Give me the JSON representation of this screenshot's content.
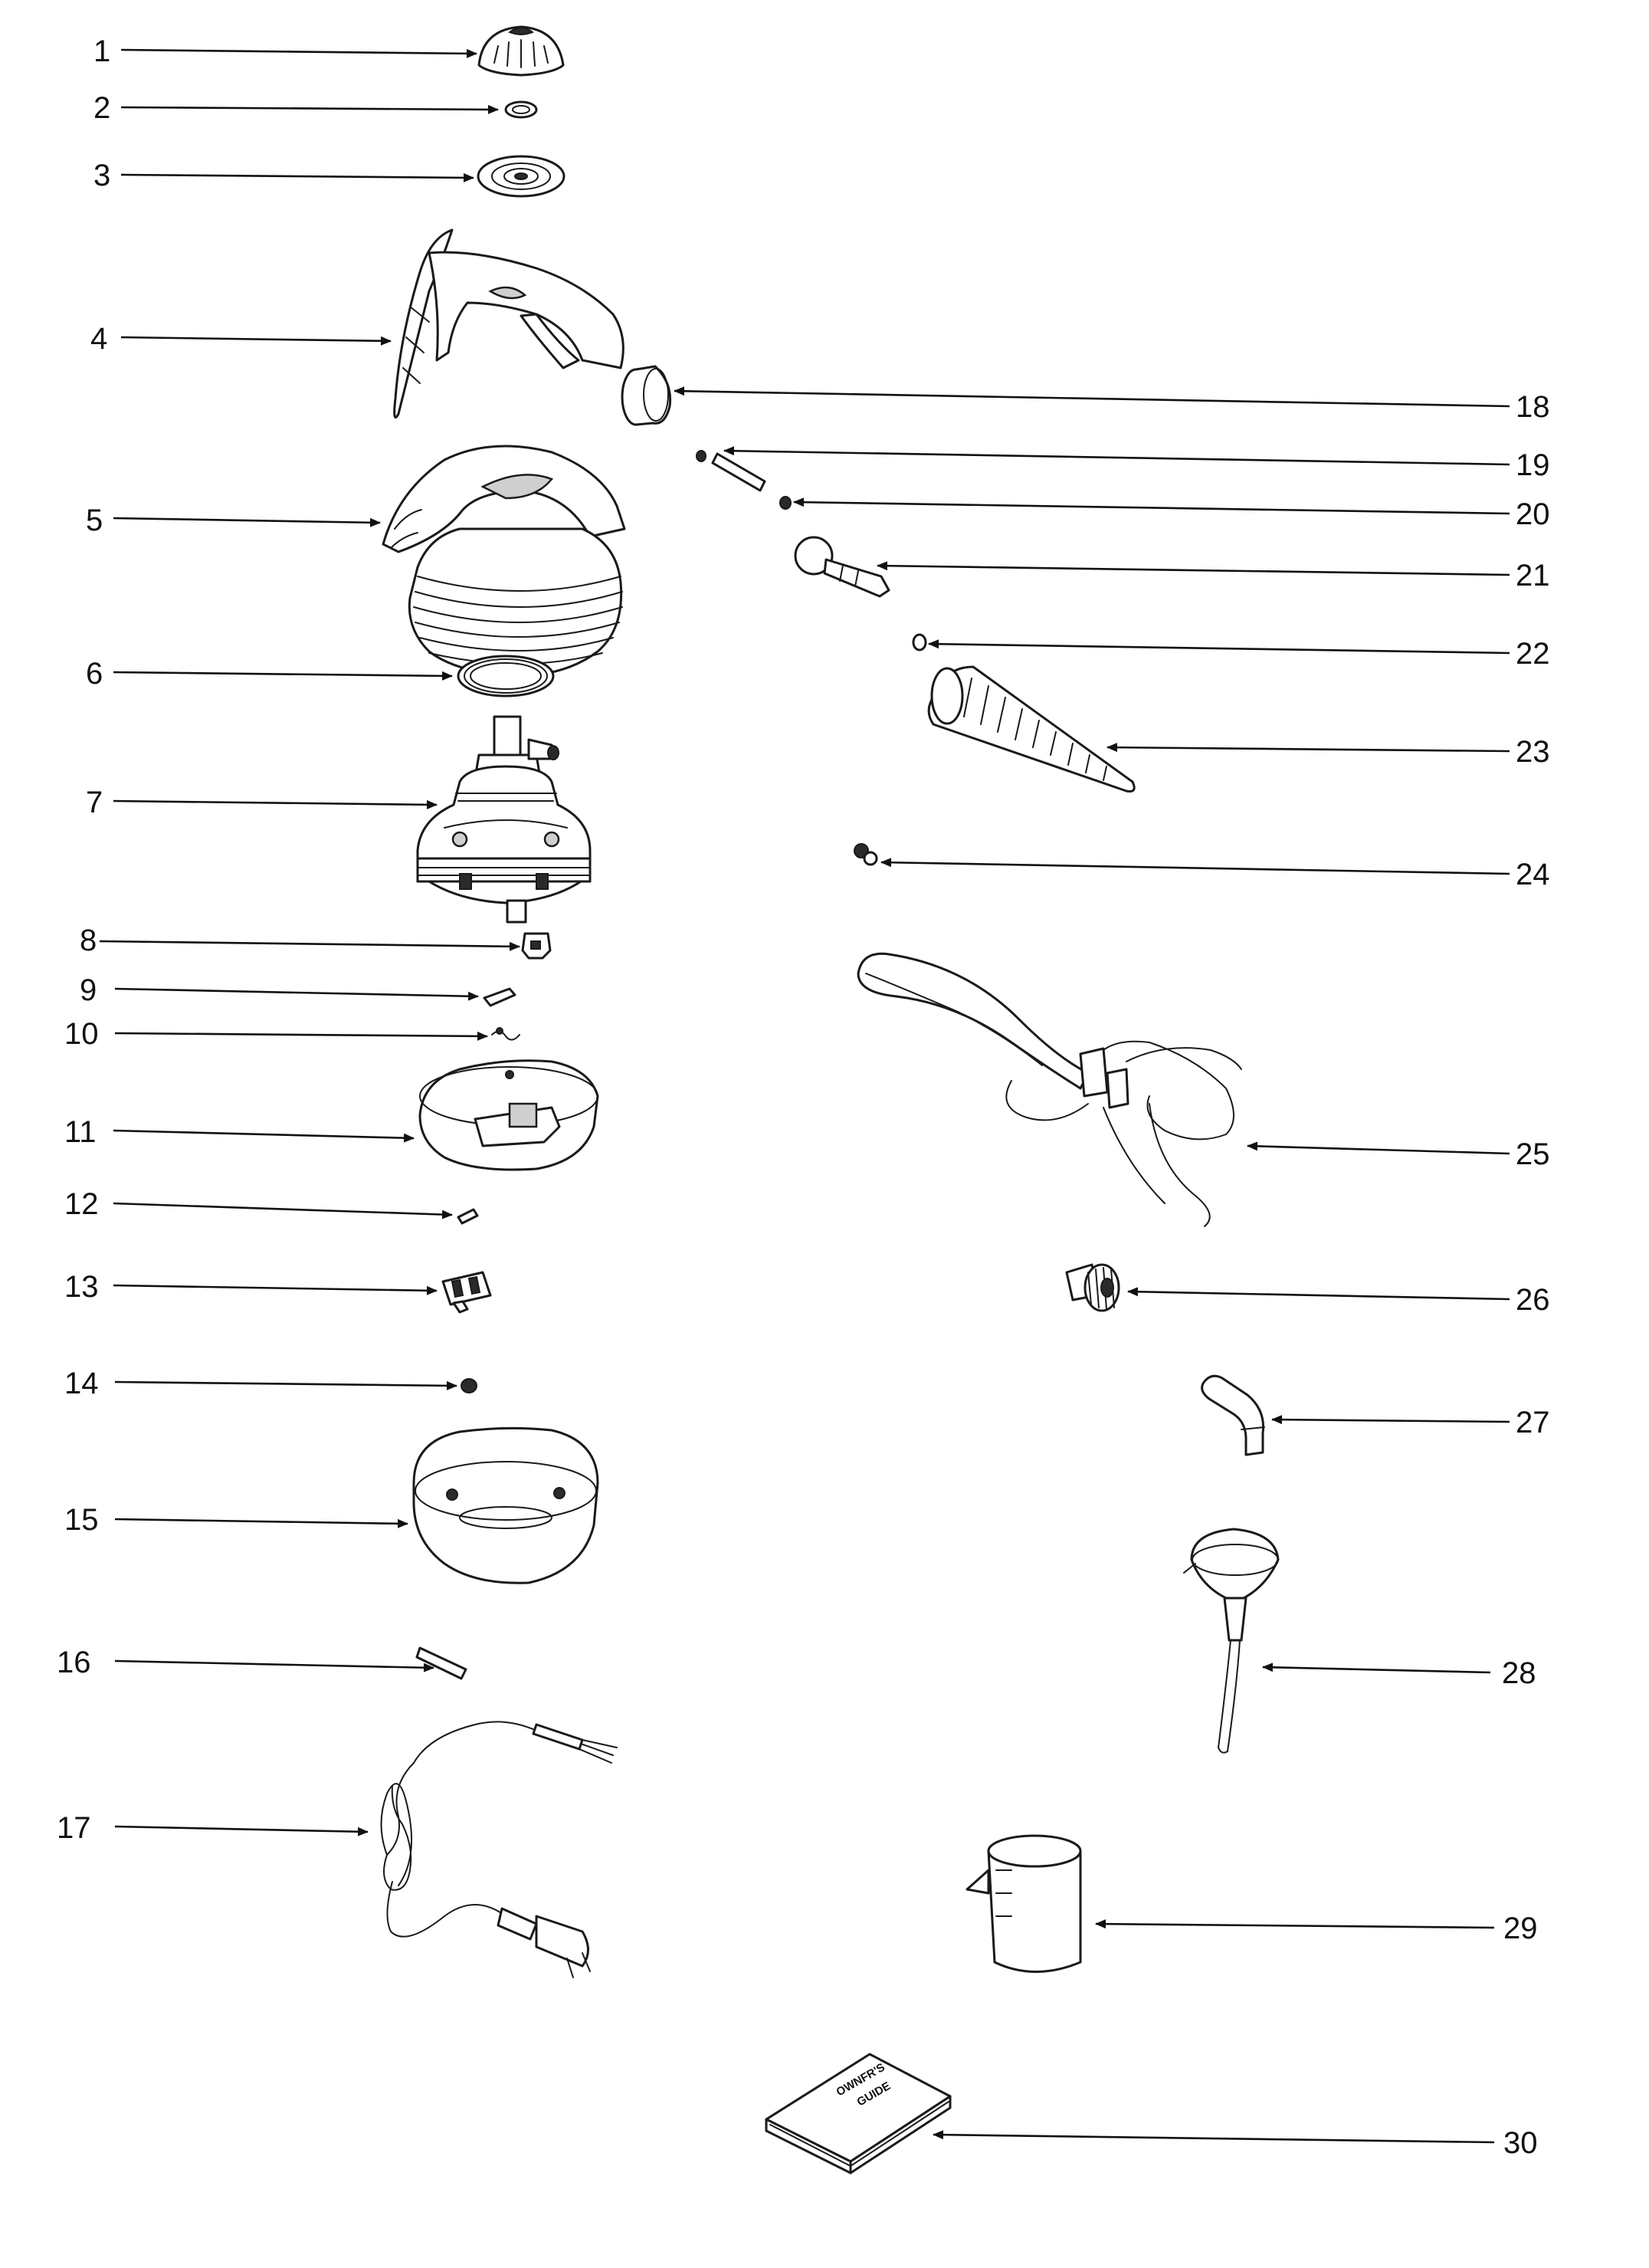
{
  "diagram": {
    "callouts": [
      {
        "number": "1"
      },
      {
        "number": "2"
      },
      {
        "number": "3"
      },
      {
        "number": "4"
      },
      {
        "number": "5"
      },
      {
        "number": "6"
      },
      {
        "number": "7"
      },
      {
        "number": "8"
      },
      {
        "number": "9"
      },
      {
        "number": "10"
      },
      {
        "number": "11"
      },
      {
        "number": "12"
      },
      {
        "number": "13"
      },
      {
        "number": "14"
      },
      {
        "number": "15"
      },
      {
        "number": "16"
      },
      {
        "number": "17"
      },
      {
        "number": "18"
      },
      {
        "number": "19"
      },
      {
        "number": "20"
      },
      {
        "number": "21"
      },
      {
        "number": "22"
      },
      {
        "number": "23"
      },
      {
        "number": "24"
      },
      {
        "number": "25"
      },
      {
        "number": "26"
      },
      {
        "number": "27"
      },
      {
        "number": "28"
      },
      {
        "number": "29"
      },
      {
        "number": "30"
      }
    ],
    "guide_book": {
      "cover_line1": "OWNFR'S",
      "cover_line2": "GUIDE"
    }
  }
}
